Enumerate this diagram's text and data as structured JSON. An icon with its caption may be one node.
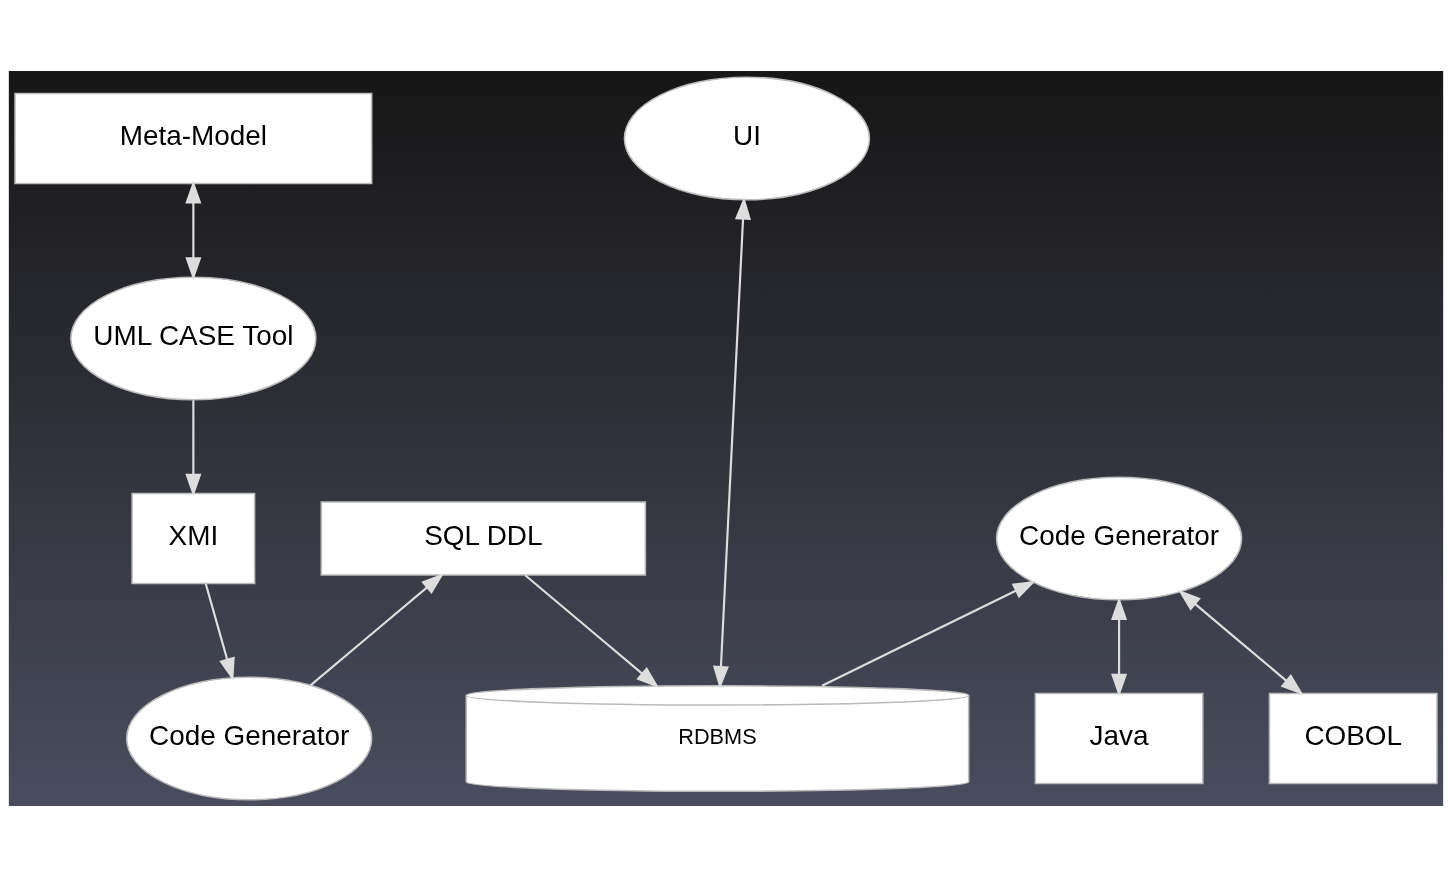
{
  "diagram": {
    "nodes": [
      {
        "text": [
          "Meta-Model"
        ]
      },
      {
        "text": [
          "UML CASE Tool"
        ]
      },
      {
        "text": [
          "XMI"
        ]
      },
      {
        "text": [
          "Code Generator"
        ]
      },
      {
        "text": [
          "SQL DDL"
        ]
      },
      {
        "text": [
          "UI"
        ]
      },
      {
        "text": [
          "RDBMS"
        ]
      },
      {
        "text": [
          "Code Generator"
        ]
      },
      {
        "text": [
          "Java"
        ]
      },
      {
        "text": [
          "COBOL"
        ]
      }
    ],
    "edges": [
      {
        "from": 0,
        "to": 1,
        "arrow": "both"
      },
      {
        "from": 1,
        "to": 2,
        "arrow": "to"
      },
      {
        "from": 2,
        "to": 3,
        "arrow": "to"
      },
      {
        "from": 3,
        "to": 4,
        "arrow": "to"
      },
      {
        "from": 4,
        "to": 6,
        "arrow": "to"
      },
      {
        "from": 5,
        "to": 6,
        "arrow": "both"
      },
      {
        "from": 6,
        "to": 7,
        "arrow": "to"
      },
      {
        "from": 7,
        "to": 8,
        "arrow": "both"
      },
      {
        "from": 7,
        "to": 9,
        "arrow": "both"
      }
    ]
  }
}
